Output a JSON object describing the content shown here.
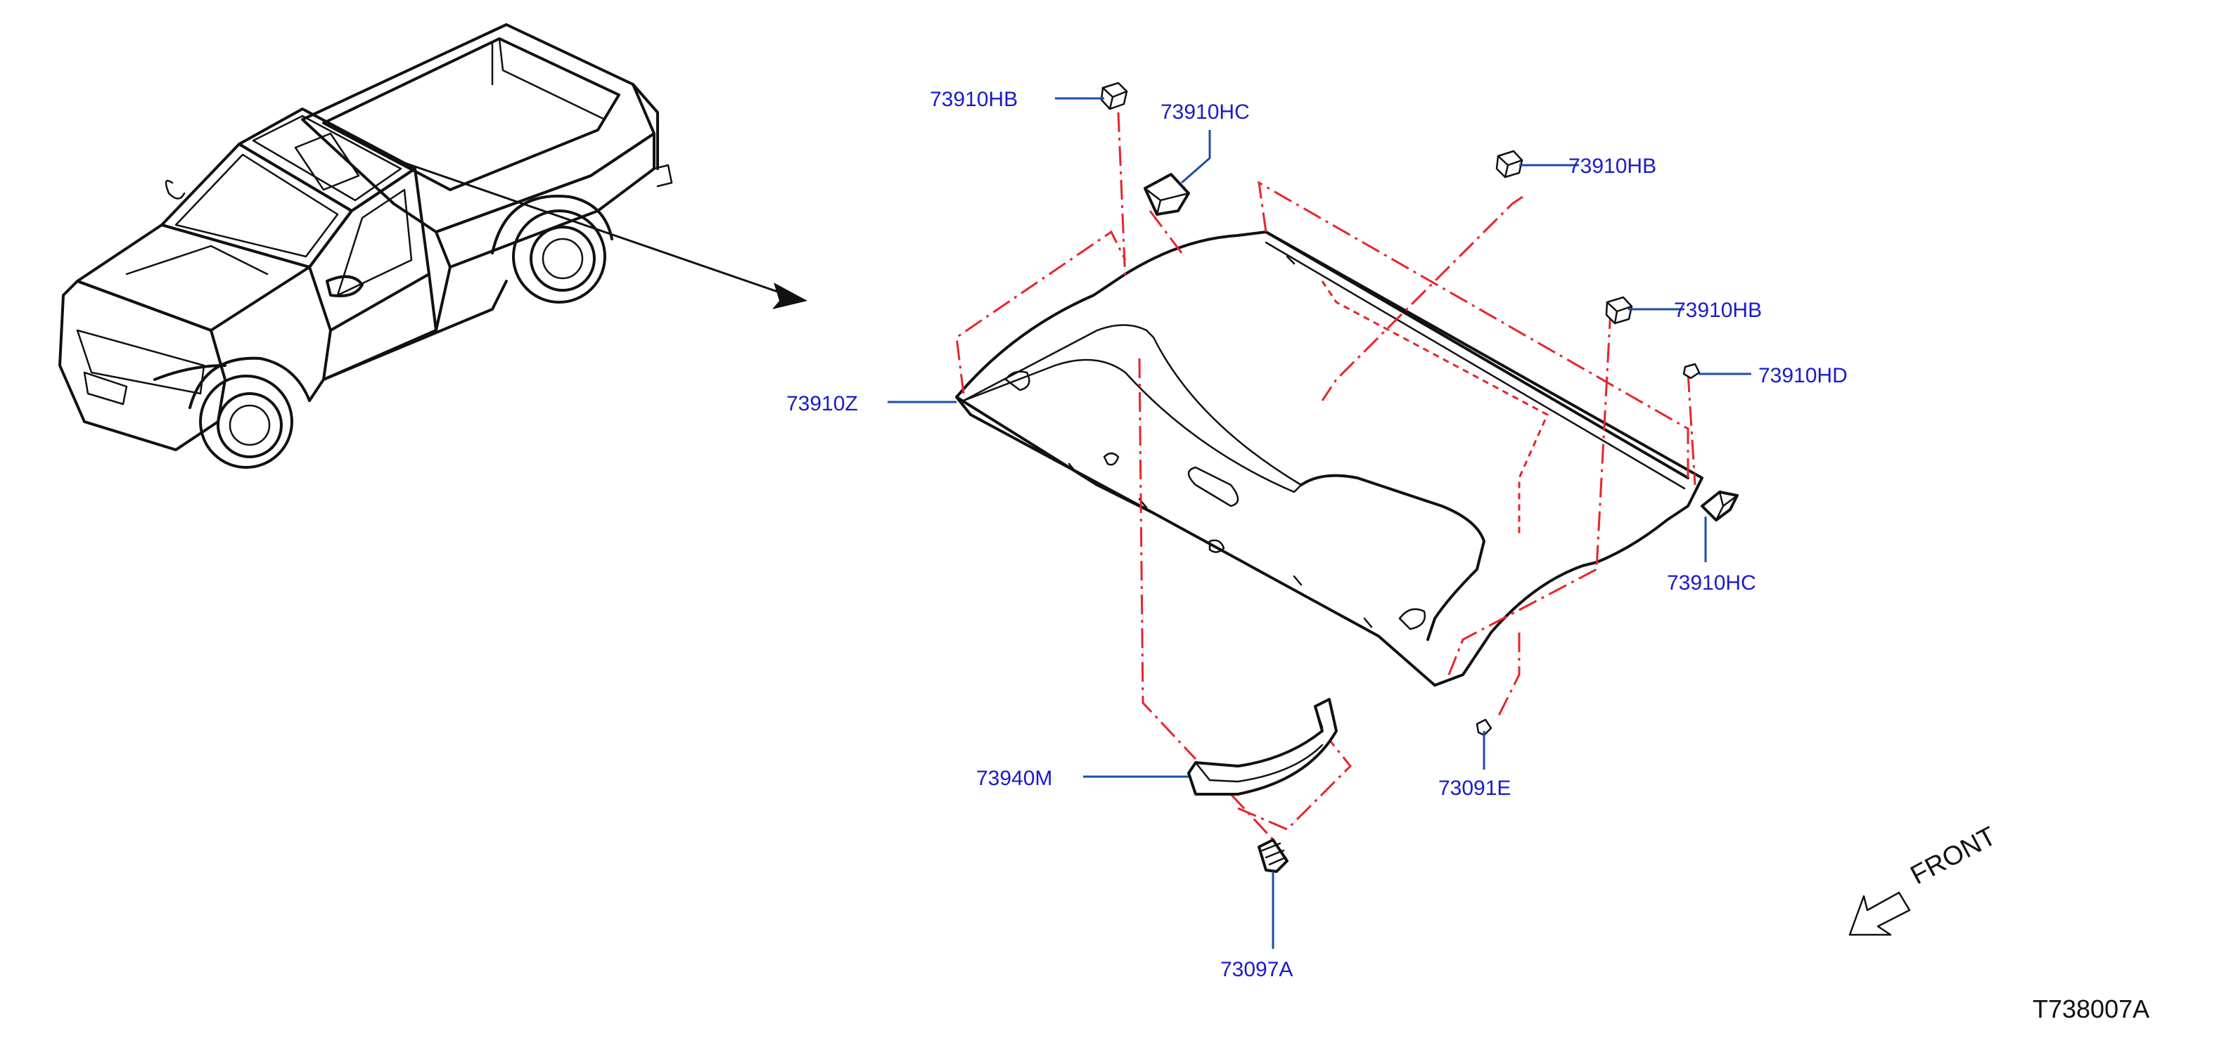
{
  "callouts": {
    "hb_top_left": "73910HB",
    "hc_top": "73910HC",
    "hb_top_right": "73910HB",
    "hb_right": "73910HB",
    "hd_right": "73910HD",
    "z_left": "73910Z",
    "hc_right": "73910HC",
    "m_lower": "73940M",
    "e_lower": "73091E",
    "a_bottom": "73097A"
  },
  "front_label": "FRONT",
  "diagram_id": "T738007A",
  "colors": {
    "callout_text": "#1a1acc",
    "leader_line": "#1a4fa8",
    "phantom_line": "#e8242a",
    "ink": "#111111"
  }
}
